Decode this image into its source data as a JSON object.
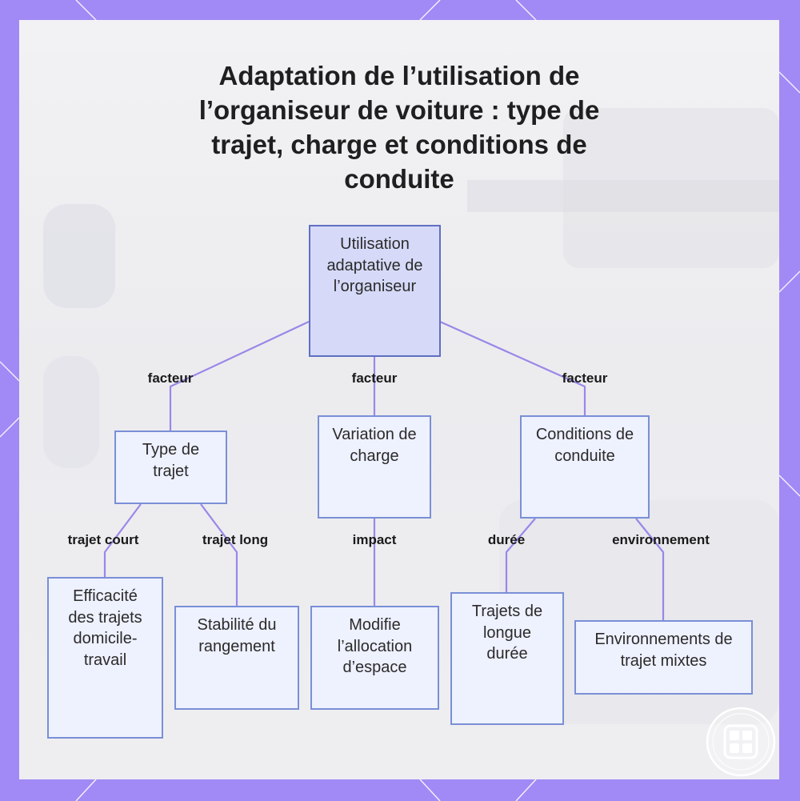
{
  "title": "Adaptation de l’utilisation de l’organiseur de voiture : type de trajet, charge et conditions de conduite",
  "nodes": {
    "root": "Utilisation adaptative de l’organiseur",
    "trip_type": "Type de trajet",
    "load_variation": "Variation de charge",
    "driving_conditions": "Conditions de conduite",
    "commute_efficiency": "Efficacité des trajets domicile-travail",
    "storage_stability": "Stabilité du rangement",
    "space_allocation": "Modifie l’allocation d’espace",
    "long_trips": "Trajets de longue durée",
    "mixed_environments": "Environnements de trajet mixtes"
  },
  "edges": {
    "factor_1": "facteur",
    "factor_2": "facteur",
    "factor_3": "facteur",
    "short_trip": "trajet court",
    "long_trip": "trajet long",
    "impact": "impact",
    "duration": "durée",
    "environment": "environnement"
  },
  "colors": {
    "frame": "#a18af5",
    "edge": "#9b87e8",
    "node_border": "#7a8fd6",
    "root_fill": "#d6daf8"
  },
  "icons": {
    "logo": "app-grid-logo-icon"
  }
}
